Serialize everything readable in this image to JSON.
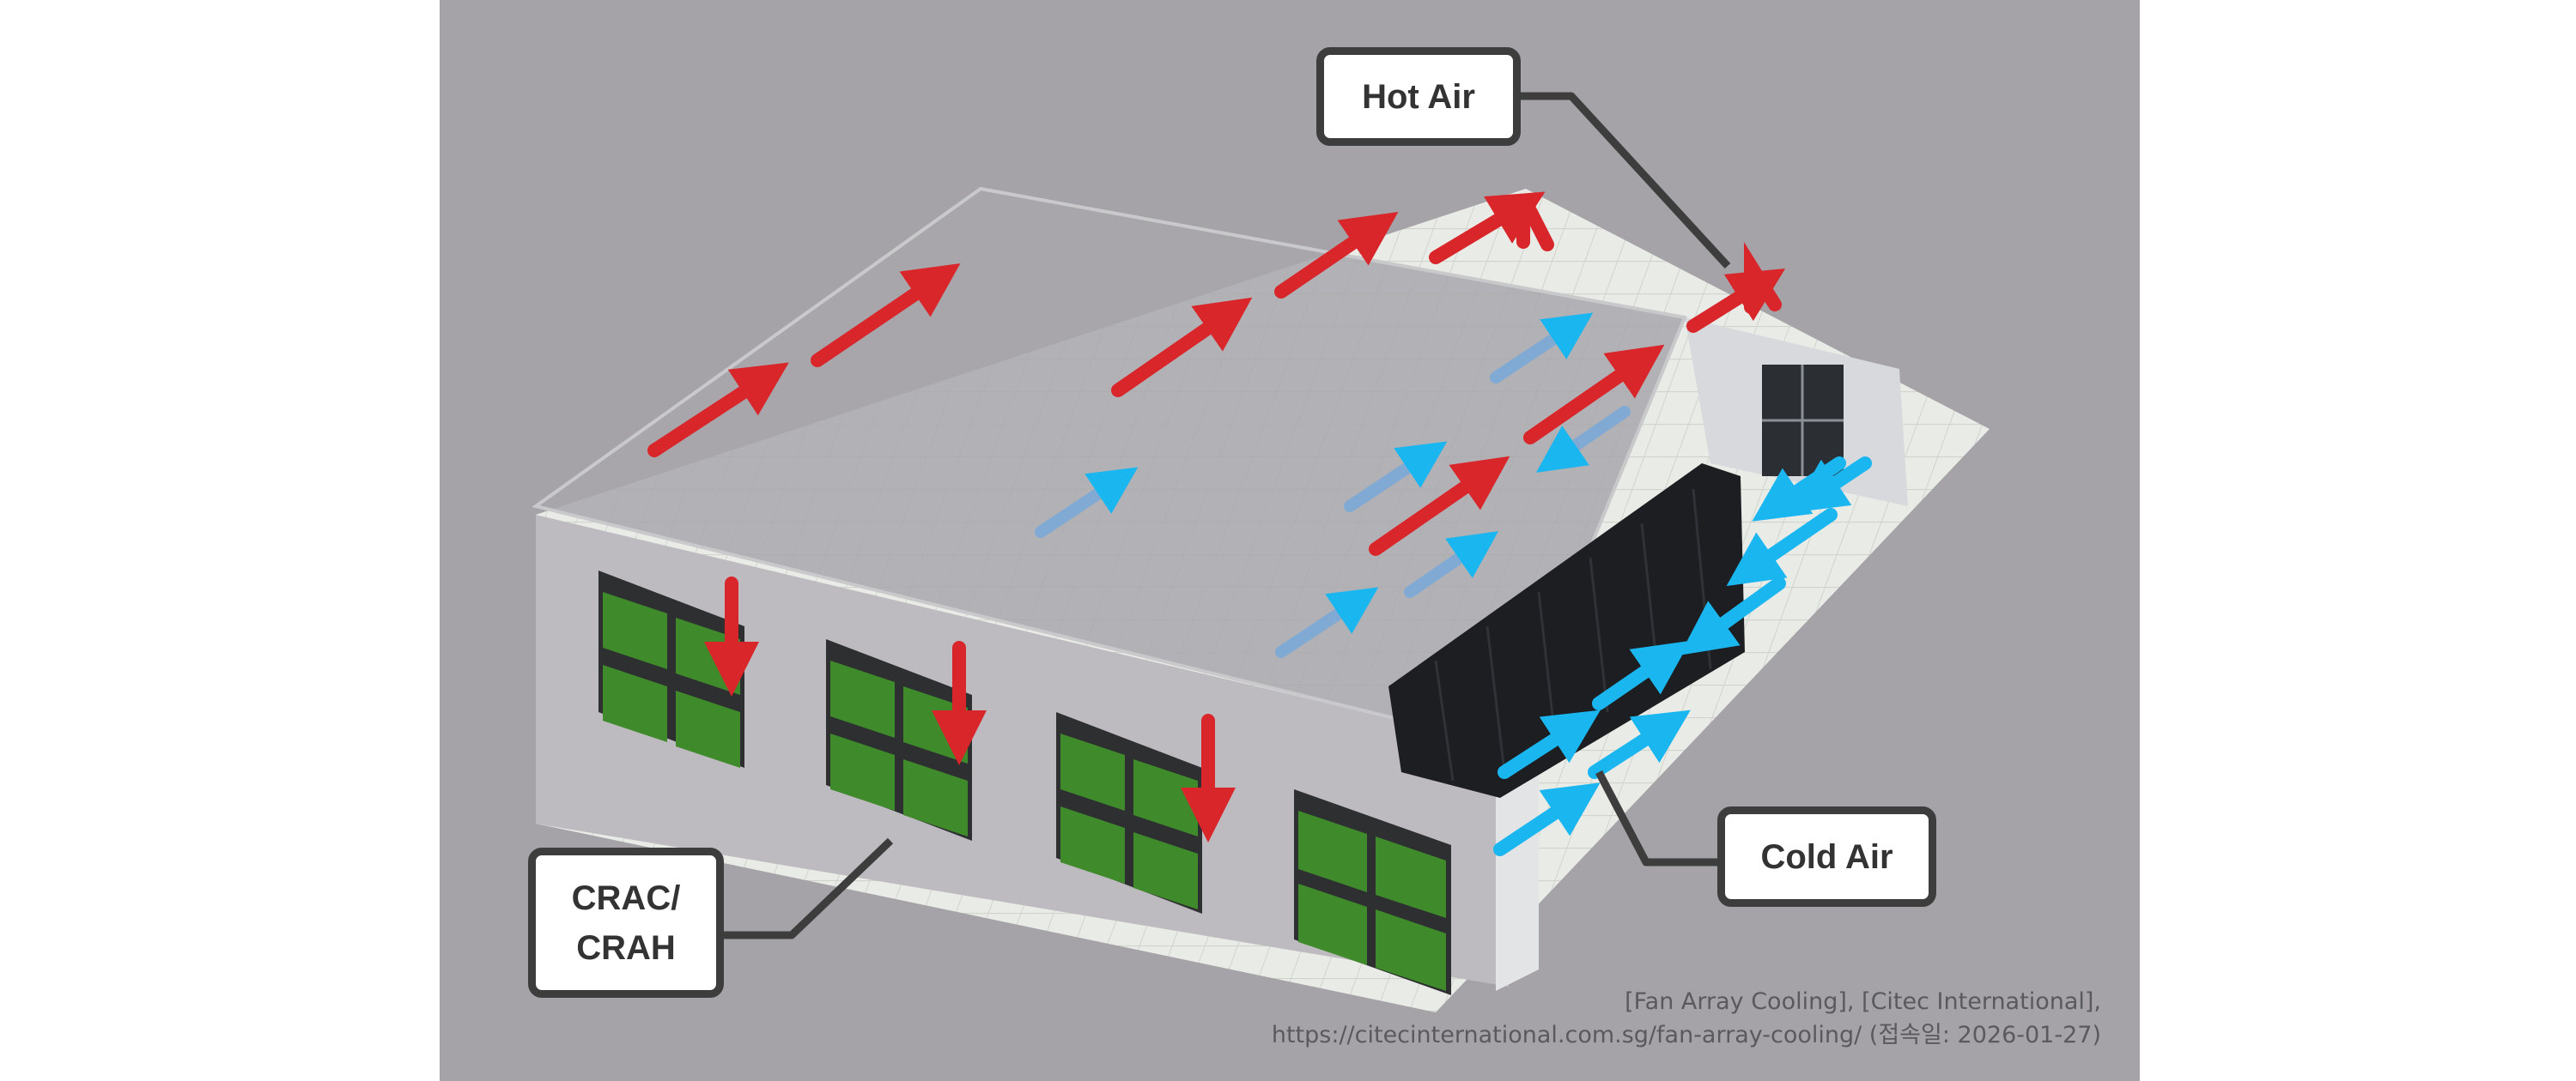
{
  "labels": {
    "hot_air": "Hot Air",
    "cold_air": "Cold Air",
    "crac_line1": "CRAC/",
    "crac_line2": "CRAH"
  },
  "source": {
    "line1": "[Fan Array Cooling], [Citec International],",
    "line2": "https://citecinternational.com.sg/fan-array-cooling/ (접속일: 2026-01-27)"
  },
  "colors": {
    "background": "#a5a3a8",
    "hot_air": "#d8262a",
    "cold_air": "#1ab6f0",
    "callout_border": "#3d3d3d",
    "crac_panel": "#3f8a2a"
  }
}
